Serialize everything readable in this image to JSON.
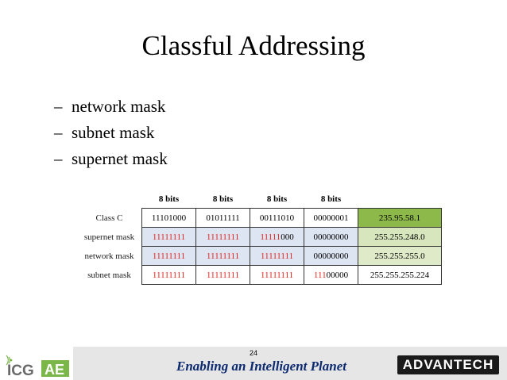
{
  "slide": {
    "title": "Classful Addressing",
    "page_number": "24"
  },
  "bullets": [
    {
      "dash": "–",
      "text": "network mask"
    },
    {
      "dash": "–",
      "text": "subnet mask"
    },
    {
      "dash": "–",
      "text": "supernet mask"
    }
  ],
  "table": {
    "headers": [
      "8 bits",
      "8 bits",
      "8 bits",
      "8 bits"
    ],
    "rows": [
      {
        "label": "Class C",
        "octets": [
          [
            "11101000",
            ""
          ],
          [
            "01011111",
            ""
          ],
          [
            "00111010",
            ""
          ],
          [
            "00000001",
            ""
          ]
        ],
        "result": "235.95.58.1"
      },
      {
        "label": "supernet mask",
        "octets": [
          [
            "11111111",
            ""
          ],
          [
            "11111111",
            ""
          ],
          [
            "11111",
            "000"
          ],
          [
            "00000000",
            ""
          ]
        ],
        "result": "255.255.248.0"
      },
      {
        "label": "network mask",
        "octets": [
          [
            "11111111",
            ""
          ],
          [
            "11111111",
            ""
          ],
          [
            "11111111",
            ""
          ],
          [
            "00000000",
            ""
          ]
        ],
        "result": "255.255.255.0"
      },
      {
        "label": "subnet mask",
        "octets": [
          [
            "11111111",
            ""
          ],
          [
            "11111111",
            ""
          ],
          [
            "11111111",
            ""
          ],
          [
            "111",
            "00000"
          ]
        ],
        "result": "255.255.255.224"
      }
    ]
  },
  "footer": {
    "tagline": "Enabling an Intelligent Planet",
    "left_logo_text_1": "ICG",
    "left_logo_text_2": "AE",
    "right_logo_text": "ADVANTECH"
  },
  "colors": {
    "red_bits": "#e0221b",
    "result_green": "#8db84a",
    "tagline_blue": "#0b2a70"
  }
}
